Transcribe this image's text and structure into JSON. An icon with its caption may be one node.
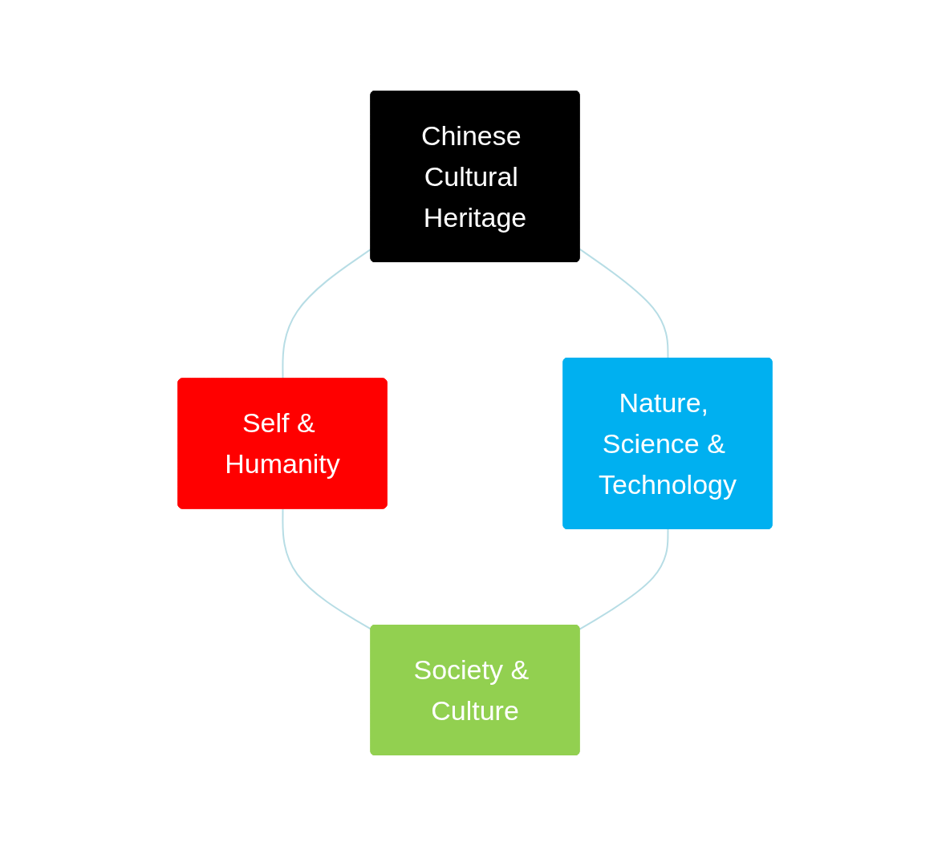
{
  "diagram": {
    "nodes": [
      {
        "text": [
          "Chinese Cultural Heritage"
        ]
      },
      {
        "text": [
          "Self & Humanity"
        ]
      },
      {
        "text": [
          "Nature, Science & Technology"
        ]
      },
      {
        "text": [
          "Society & Culture"
        ]
      }
    ],
    "edges": [
      {
        "from": 0,
        "to": 1,
        "arrow": "none"
      },
      {
        "from": 0,
        "to": 2,
        "arrow": "none"
      },
      {
        "from": 1,
        "to": 3,
        "arrow": "none"
      },
      {
        "from": 2,
        "to": 3,
        "arrow": "none"
      }
    ]
  }
}
